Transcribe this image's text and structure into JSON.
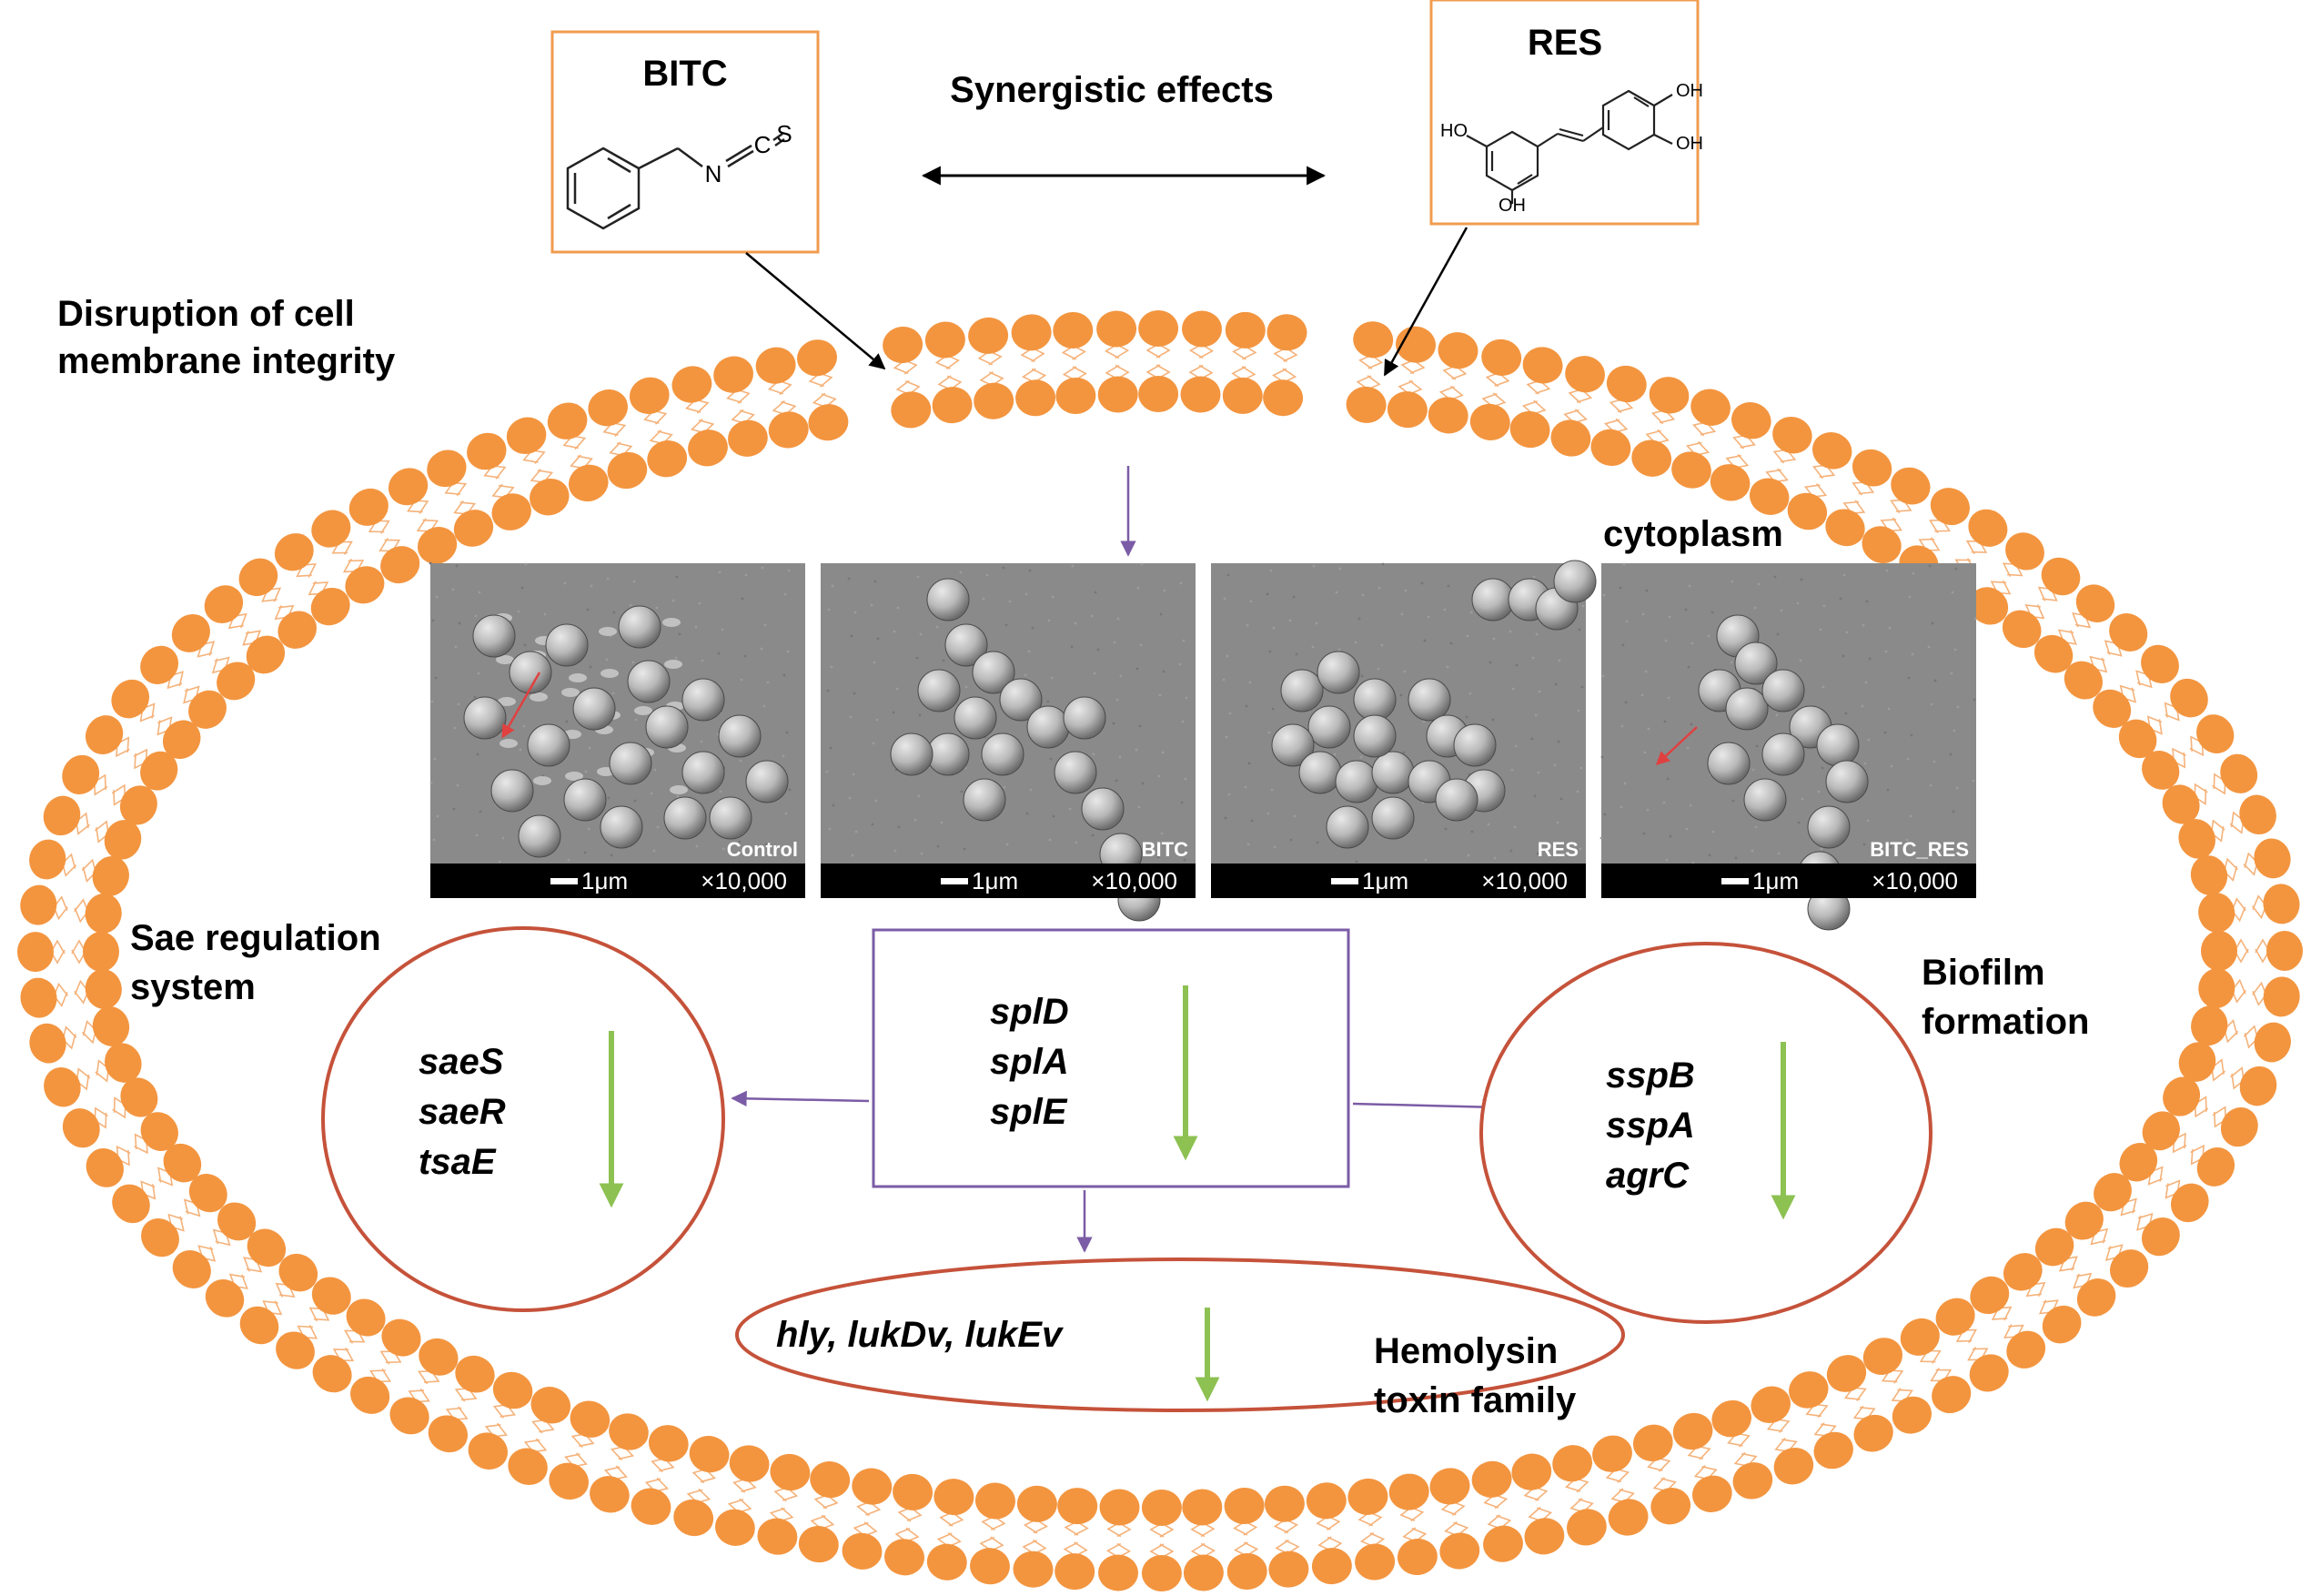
{
  "compounds": {
    "left": {
      "name": "BITC",
      "atoms": [
        "N",
        "C",
        "S"
      ]
    },
    "right": {
      "name": "RES",
      "atoms": [
        "HO",
        "OH",
        "OH",
        "OH"
      ]
    }
  },
  "synergy_label": "Synergistic effects",
  "membrane": {
    "label_line1": "Disruption of cell",
    "label_line2": "membrane integrity",
    "cytoplasm_label": "cytoplasm"
  },
  "micrographs": [
    {
      "caption": "Control",
      "scale_bar": "1μm",
      "magnification": "×10,000"
    },
    {
      "caption": "BITC",
      "scale_bar": "1μm",
      "magnification": "×10,000"
    },
    {
      "caption": "RES",
      "scale_bar": "1μm",
      "magnification": "×10,000"
    },
    {
      "caption": "BITC_RES",
      "scale_bar": "1μm",
      "magnification": "×10,000"
    }
  ],
  "center_box": {
    "genes": [
      "splD",
      "splA",
      "splE"
    ]
  },
  "sae_system": {
    "label_line1": "Sae regulation",
    "label_line2": "system",
    "genes": [
      "saeS",
      "saeR",
      "tsaE"
    ]
  },
  "biofilm": {
    "label_line1": "Biofilm",
    "label_line2": "formation",
    "genes": [
      "sspB",
      "sspA",
      "agrC"
    ]
  },
  "hemolysin": {
    "label_line1": "Hemolysin",
    "label_line2": "toxin family",
    "genes": "hly, lukDv, lukEv"
  },
  "colors": {
    "lipid_head": "#f3953f",
    "lipid_tail": "#f5b27a",
    "compound_box": "#f19c4f",
    "ellipse": "#c5523a",
    "purple": "#7b5ca6",
    "down_arrow": "#8dc152"
  }
}
